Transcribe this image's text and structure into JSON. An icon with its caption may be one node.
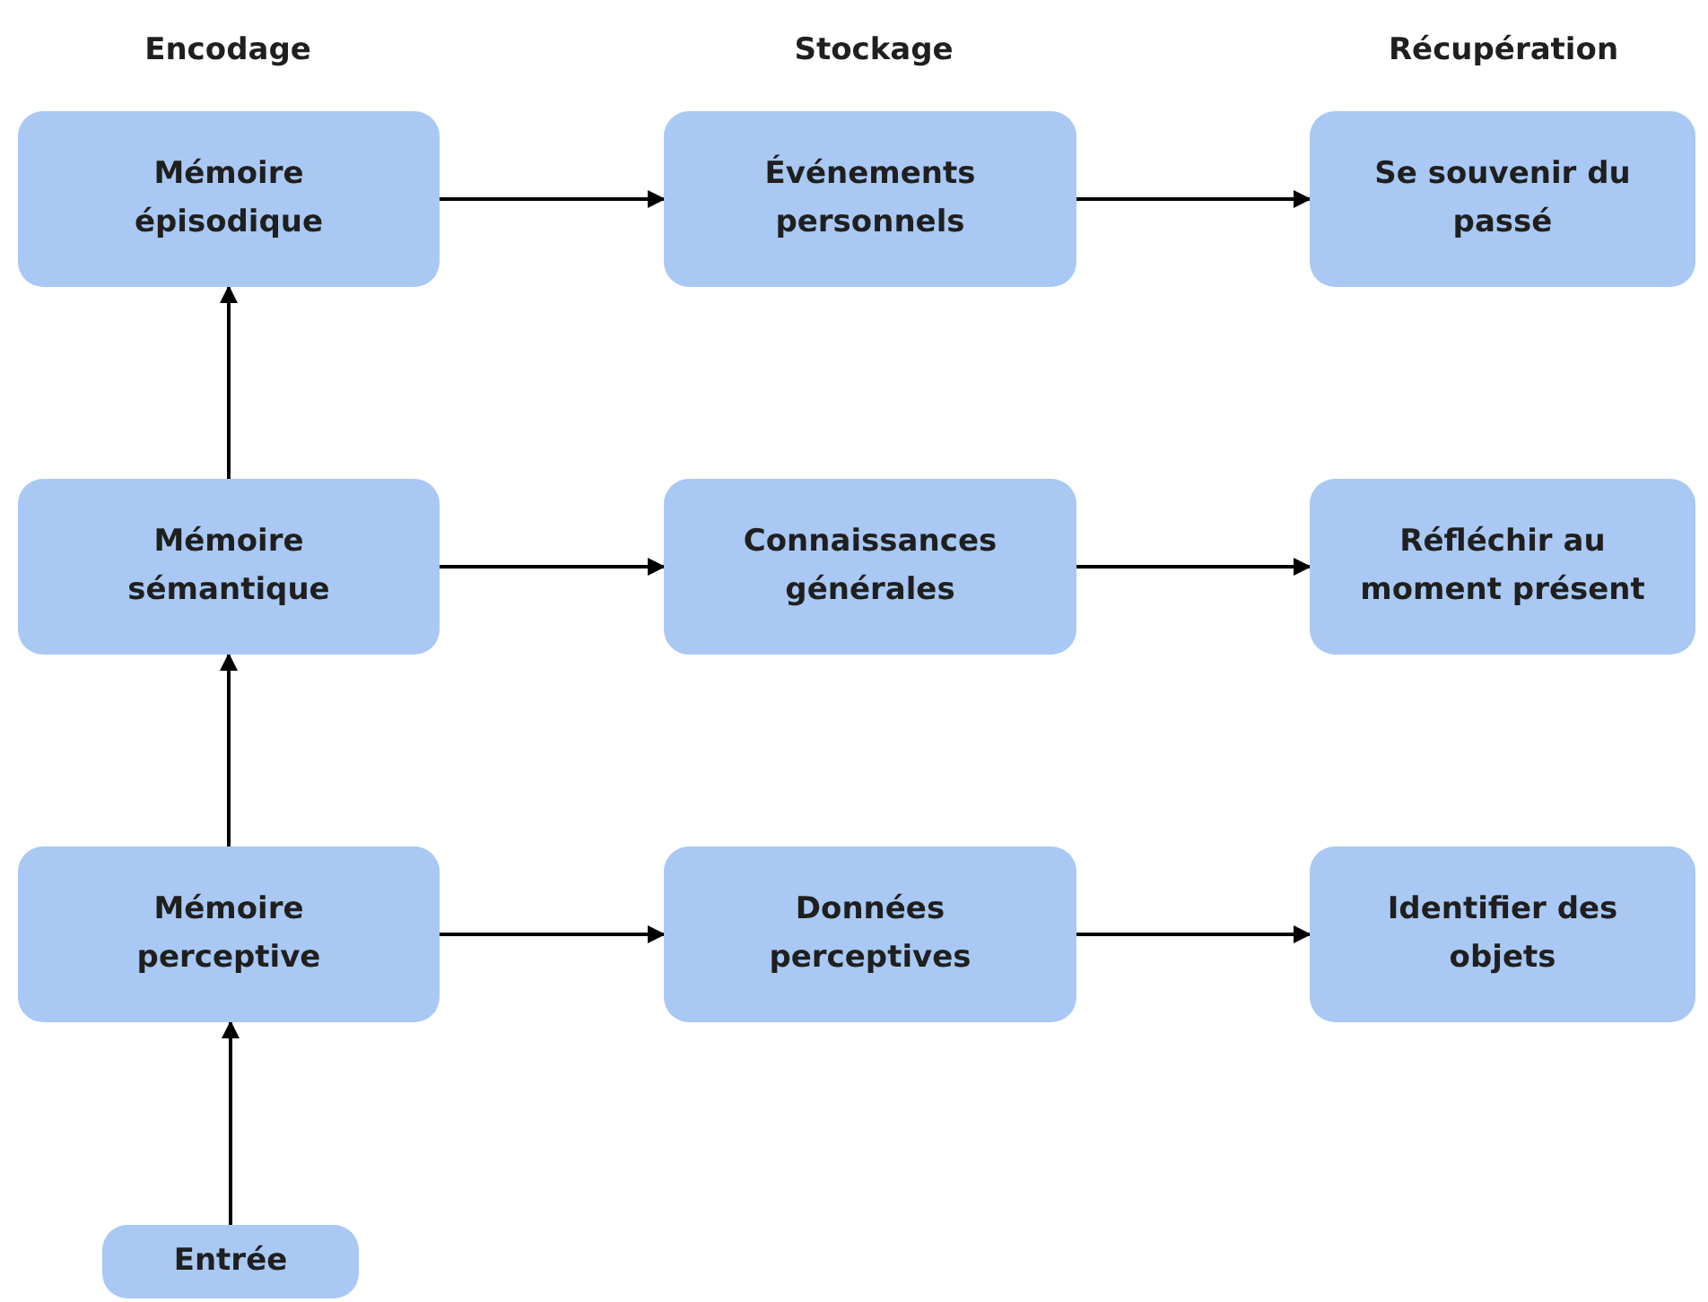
{
  "diagram": {
    "nodes": [
      {
        "text": [
          "Mémoire épisodique"
        ]
      },
      {
        "text": [
          "Événements personnels"
        ]
      },
      {
        "text": [
          "Se souvenir du passé"
        ]
      },
      {
        "text": [
          "Mémoire sémantique"
        ]
      },
      {
        "text": [
          "Connaissances générales"
        ]
      },
      {
        "text": [
          "Réfléchir au moment présent"
        ]
      },
      {
        "text": [
          "Mémoire perceptive"
        ]
      },
      {
        "text": [
          "Données perceptives"
        ]
      },
      {
        "text": [
          "Identifier des objets"
        ]
      },
      {
        "text": [
          "Entrée"
        ]
      }
    ],
    "edges": [
      {
        "from": 0,
        "to": 1,
        "arrow": "to"
      },
      {
        "from": 1,
        "to": 2,
        "arrow": "to"
      },
      {
        "from": 3,
        "to": 4,
        "arrow": "to"
      },
      {
        "from": 4,
        "to": 5,
        "arrow": "to"
      },
      {
        "from": 6,
        "to": 7,
        "arrow": "to"
      },
      {
        "from": 7,
        "to": 8,
        "arrow": "to"
      },
      {
        "from": 9,
        "to": 6,
        "arrow": "to"
      },
      {
        "from": 6,
        "to": 3,
        "arrow": "to"
      },
      {
        "from": 3,
        "to": 0,
        "arrow": "to"
      }
    ],
    "labels": [
      "Encodage",
      "Stockage",
      "Récupération"
    ]
  }
}
